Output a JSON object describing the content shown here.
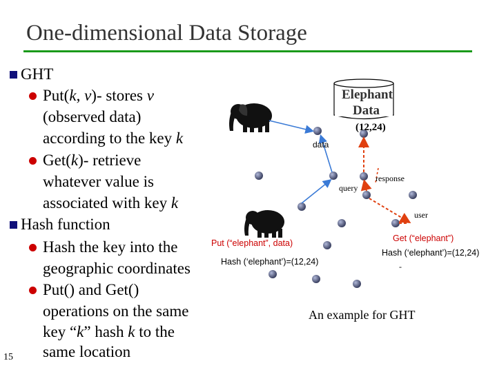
{
  "slide": {
    "title": "One-dimensional Data Storage",
    "page_number": "15"
  },
  "bullets": {
    "ght": "GHT",
    "put_line1_a": "Put(",
    "put_line1_k": "k",
    "put_line1_b": ", ",
    "put_line1_v": "v",
    "put_line1_c": ")- stores ",
    "put_line1_v2": "v",
    "put_line2": "(observed data)",
    "put_line3_a": "according to the key ",
    "put_line3_k": "k",
    "get_line1_a": "Get(",
    "get_line1_k": "k",
    "get_line1_b": ")- retrieve",
    "get_line2": "whatever value is",
    "get_line3_a": "associated with key ",
    "get_line3_k": "k",
    "hash": "Hash function",
    "hash_line1": "Hash the key into the",
    "hash_line2": "geographic coordinates",
    "pg_line1": "Put() and Get()",
    "pg_line2": "operations on the same",
    "pg_line3_a": "key “",
    "pg_line3_k": "k",
    "pg_line3_b": "” hash ",
    "pg_line3_k2": "k",
    "pg_line3_c": "  to  the",
    "pg_line4": "same location"
  },
  "diagram": {
    "db_line1": "Elephant",
    "db_line2": "Data",
    "coord": "(12,24)",
    "data_label": "data",
    "query_label": "query",
    "response_label": "response",
    "user_label": "user",
    "put_call": "Put (“elephant”, data)",
    "hash_left": "Hash (‘elephant’)=(12,24)",
    "get_call": "Get (“elephant”)",
    "hash_right": "Hash (‘elephant’)=(12,24)",
    "dash": "-",
    "caption": "An example for GHT",
    "colors": {
      "arrow_blue": "#3a7ad6",
      "arrow_red": "#e04010",
      "bullet_blue": "#10107a",
      "bullet_red": "#cc0000",
      "rule": "#1a9a1a",
      "call_red": "#cc0000",
      "node": "#4a5070"
    }
  }
}
